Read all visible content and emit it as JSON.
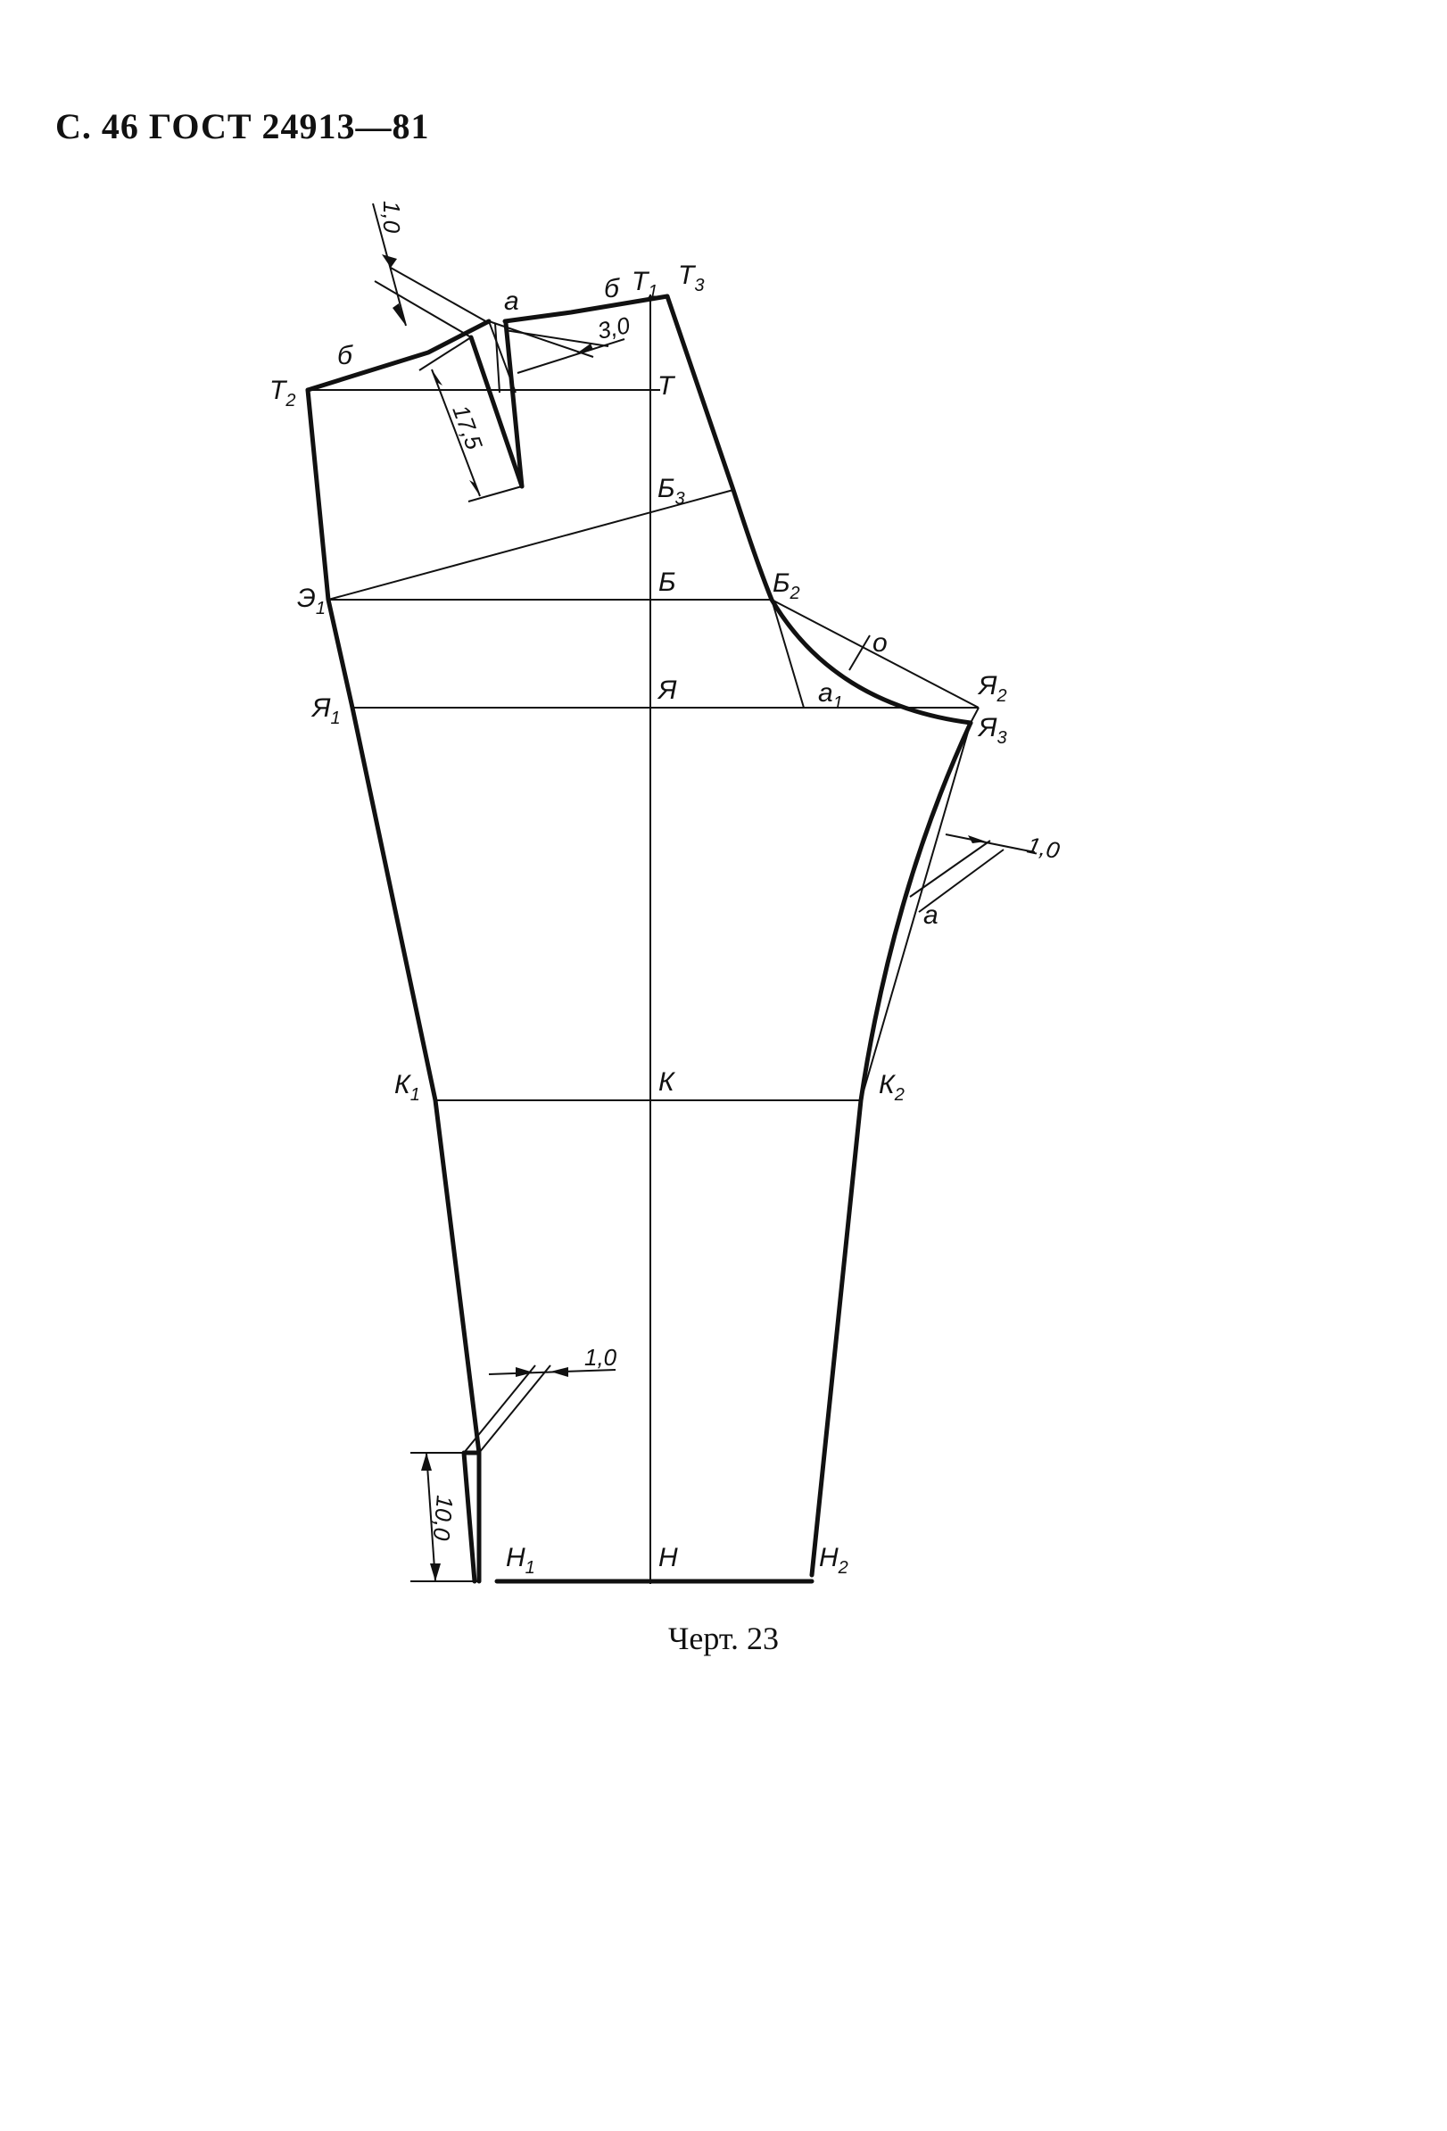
{
  "header": {
    "text": "С. 46 ГОСТ 24913—81"
  },
  "caption": {
    "text": "Черт. 23"
  },
  "points": {
    "T2": {
      "base": "Т",
      "sub": "2"
    },
    "T1": {
      "base": "Т",
      "sub": "1"
    },
    "T3": {
      "base": "Т",
      "sub": "3"
    },
    "T": {
      "base": "Т",
      "sub": ""
    },
    "a_top": {
      "base": "а",
      "sub": ""
    },
    "b_left": {
      "base": "б",
      "sub": ""
    },
    "b_right": {
      "base": "б",
      "sub": ""
    },
    "B3": {
      "base": "Б",
      "sub": "3"
    },
    "E1": {
      "base": "Э",
      "sub": "1"
    },
    "B": {
      "base": "Б",
      "sub": ""
    },
    "B2": {
      "base": "Б",
      "sub": "2"
    },
    "o": {
      "base": "о",
      "sub": ""
    },
    "Ya1": {
      "base": "Я",
      "sub": "1"
    },
    "Ya": {
      "base": "Я",
      "sub": ""
    },
    "a1": {
      "base": "а",
      "sub": "1"
    },
    "Ya2": {
      "base": "Я",
      "sub": "2"
    },
    "Ya3": {
      "base": "Я",
      "sub": "3"
    },
    "a_side": {
      "base": "а",
      "sub": ""
    },
    "K1": {
      "base": "К",
      "sub": "1"
    },
    "K": {
      "base": "К",
      "sub": ""
    },
    "K2": {
      "base": "К",
      "sub": "2"
    },
    "H1": {
      "base": "Н",
      "sub": "1"
    },
    "H": {
      "base": "Н",
      "sub": ""
    },
    "H2": {
      "base": "Н",
      "sub": "2"
    }
  },
  "dimensions": {
    "d_top": "1,0",
    "d_dart_width": "3,0",
    "d_dart_length": "17,5",
    "d_side": "1,0",
    "d_hem": "1,0",
    "d_hem_height": "10,0"
  }
}
